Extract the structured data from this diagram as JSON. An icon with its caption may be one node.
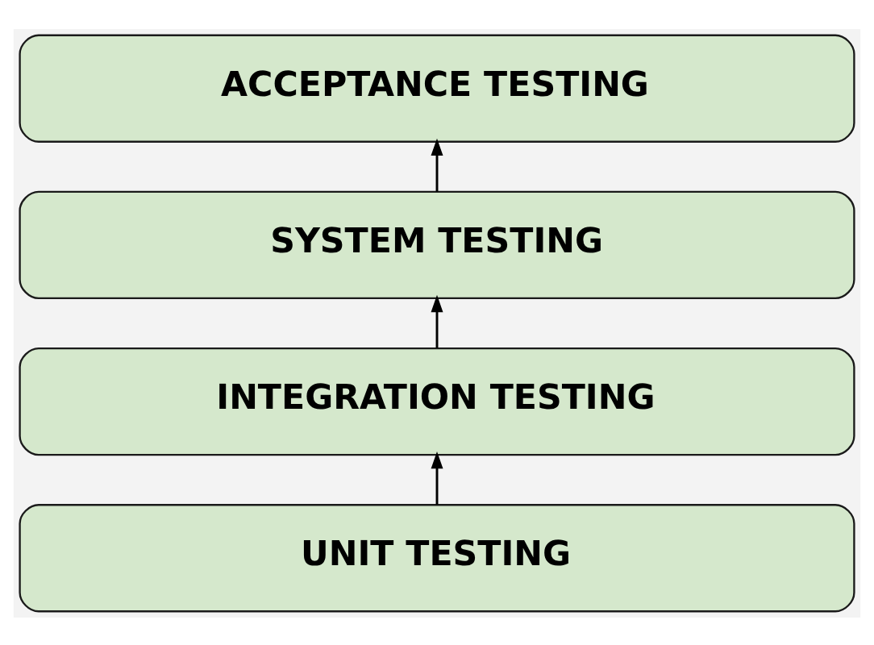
{
  "diagram": {
    "nodes": [
      {
        "text": [
          "ACCEPTANCE TESTING"
        ]
      },
      {
        "text": [
          "SYSTEM TESTING"
        ]
      },
      {
        "text": [
          "INTEGRATION TESTING"
        ]
      },
      {
        "text": [
          "UNIT TESTING"
        ]
      }
    ],
    "edges": [
      {
        "from": 1,
        "to": 0,
        "arrow": "to"
      },
      {
        "from": 2,
        "to": 1,
        "arrow": "to"
      },
      {
        "from": 3,
        "to": 2,
        "arrow": "to"
      }
    ]
  }
}
